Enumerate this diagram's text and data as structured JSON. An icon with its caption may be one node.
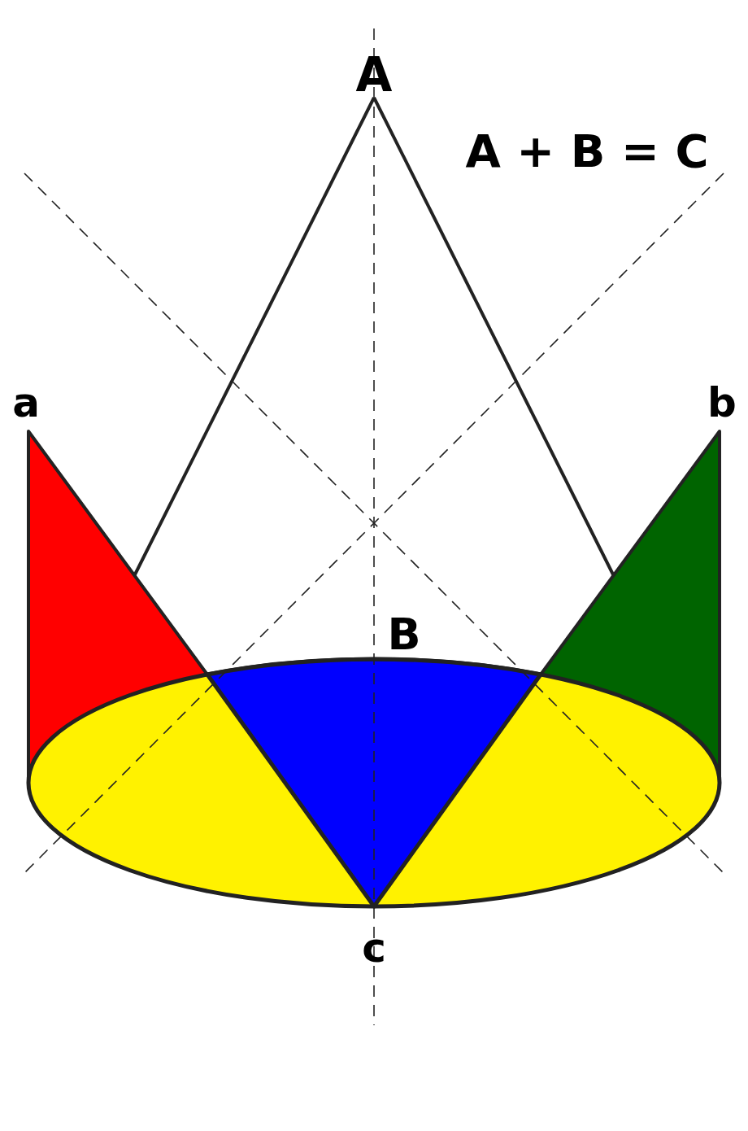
{
  "diagram": {
    "labels": [
      "A",
      "A + B = C",
      "a",
      "b",
      "B",
      "c"
    ]
  }
}
